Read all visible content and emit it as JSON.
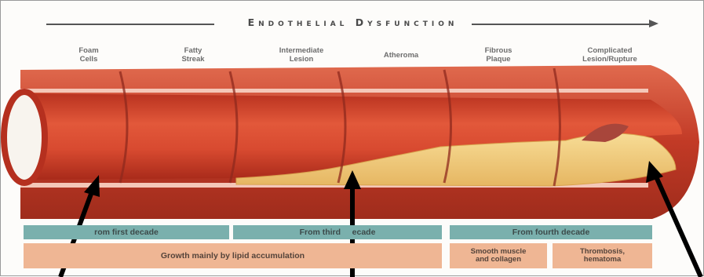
{
  "title": "Endothelial Dysfunction",
  "stages": [
    {
      "line1": "Foam",
      "line2": "Cells"
    },
    {
      "line1": "Fatty",
      "line2": "Streak"
    },
    {
      "line1": "Intermediate",
      "line2": "Lesion"
    },
    {
      "line1": "Atheroma",
      "line2": ""
    },
    {
      "line1": "Fibrous",
      "line2": "Plaque"
    },
    {
      "line1": "Complicated",
      "line2": "Lesion/Rupture"
    }
  ],
  "timeline": {
    "first": "rom first decade",
    "third_a": "From third",
    "third_b": "ecade",
    "fourth": "From fourth decade"
  },
  "growth": {
    "lipid": "Growth mainly by lipid accumulation",
    "smooth_1": "Smooth muscle",
    "smooth_2": "and collagen",
    "throm_1": "Thrombosis,",
    "throm_2": "hematoma"
  },
  "colors": {
    "wall_red": "#c9432e",
    "lumen_red": "#d94a2f",
    "plaque_yellow": "#f2cf7a",
    "band_teal": "#7ab0ad",
    "band_peach": "#efb694",
    "arrow": "#000000"
  }
}
